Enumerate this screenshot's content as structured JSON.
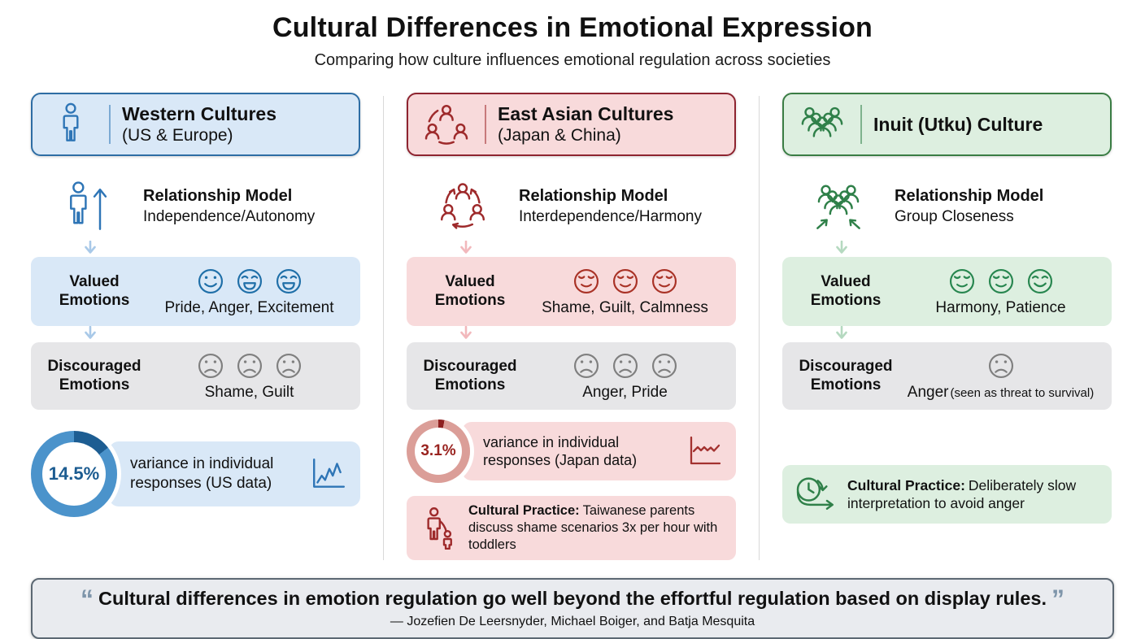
{
  "page": {
    "title": "Cultural Differences in Emotional Expression",
    "subtitle": "Comparing how culture influences emotional regulation across societies"
  },
  "columns": [
    {
      "theme": "blue",
      "header": {
        "icon": "person-icon",
        "title": "Western Cultures",
        "subtitle": "(US & Europe)"
      },
      "relationship": {
        "icon": "person-up-arrow-icon",
        "label": "Relationship Model",
        "value": "Independence/Autonomy"
      },
      "valued": {
        "label": "Valued Emotions",
        "faces": [
          "smile",
          "laugh",
          "laugh"
        ],
        "emotions": "Pride, Anger, Excitement"
      },
      "discouraged": {
        "label": "Discouraged Emotions",
        "faces": [
          "sad",
          "sad",
          "sad"
        ],
        "emotions": "Shame, Guilt",
        "note": ""
      },
      "stat": {
        "value": "14.5%",
        "pct": 14.5,
        "text": "variance in individual responses (US data)",
        "icon": "line-chart-icon",
        "ring_segment": "#1d5d92",
        "ring_rest": "#4b93cb"
      }
    },
    {
      "theme": "red",
      "header": {
        "icon": "people-circle-icon",
        "title": "East Asian Cultures",
        "subtitle": "(Japan & China)"
      },
      "relationship": {
        "icon": "people-cycle-icon",
        "label": "Relationship Model",
        "value": "Interdependence/Harmony"
      },
      "valued": {
        "label": "Valued Emotions",
        "faces": [
          "calm",
          "calm",
          "calm"
        ],
        "emotions": "Shame, Guilt, Calmness"
      },
      "discouraged": {
        "label": "Discouraged Emotions",
        "faces": [
          "sad",
          "sad",
          "sad"
        ],
        "emotions": "Anger, Pride",
        "note": ""
      },
      "stat": {
        "value": "3.1%",
        "pct": 3.1,
        "text": "variance in individual responses (Japan data)",
        "icon": "line-chart-icon",
        "ring_segment": "#8e1f1f",
        "ring_rest": "#db9e98"
      },
      "practice": {
        "icon": "parent-child-icon",
        "label": "Cultural Practice:",
        "text": "Taiwanese parents discuss shame scenarios 3x per hour with toddlers"
      }
    },
    {
      "theme": "green",
      "header": {
        "icon": "people-group-icon",
        "title": "Inuit (Utku) Culture",
        "subtitle": ""
      },
      "relationship": {
        "icon": "group-inward-arrows-icon",
        "label": "Relationship Model",
        "value": "Group Closeness"
      },
      "valued": {
        "label": "Valued Emotions",
        "faces": [
          "calm",
          "calm",
          "happy"
        ],
        "emotions": "Harmony, Patience"
      },
      "discouraged": {
        "label": "Discouraged Emotions",
        "faces": [
          "sad"
        ],
        "emotions": "Anger",
        "note": "(seen as threat to survival)"
      },
      "practice": {
        "icon": "clock-arrow-icon",
        "label": "Cultural Practice:",
        "text": "Deliberately slow interpretation to avoid anger"
      }
    }
  ],
  "quote": {
    "open": "“",
    "close": "”",
    "text": "Cultural differences in emotion regulation go well beyond the effortful regulation based on display rules.",
    "attribution": "— Jozefien De Leersnyder, Michael Boiger, and Batja Mesquita"
  },
  "colors": {
    "blue_border": "#2e6da4",
    "blue_bg": "#d9e8f7",
    "blue_icon": "#2e75b6",
    "blue_face": "#1f6fa8",
    "blue_arrow": "#a9c9e8",
    "blue_chart": "#2e75b6",
    "blue_donut_text": "#1c5c91",
    "red_border": "#8e2430",
    "red_bg": "#f8dadb",
    "red_icon": "#9e2a2b",
    "red_face": "#a93226",
    "red_arrow": "#f2b8bc",
    "red_chart": "#a33230",
    "red_donut_text": "#99231f",
    "green_border": "#3a7d44",
    "green_bg": "#ddefe0",
    "green_icon": "#2f8049",
    "green_face": "#27864f",
    "green_arrow": "#b5d9c0",
    "gray_bg": "#e6e6e8",
    "gray_face": "#7f7f7f",
    "quote_bg": "#e9ebef",
    "quote_border": "#5c6873",
    "quote_mark": "#7e95aa",
    "separator": "#d9d9d9"
  }
}
